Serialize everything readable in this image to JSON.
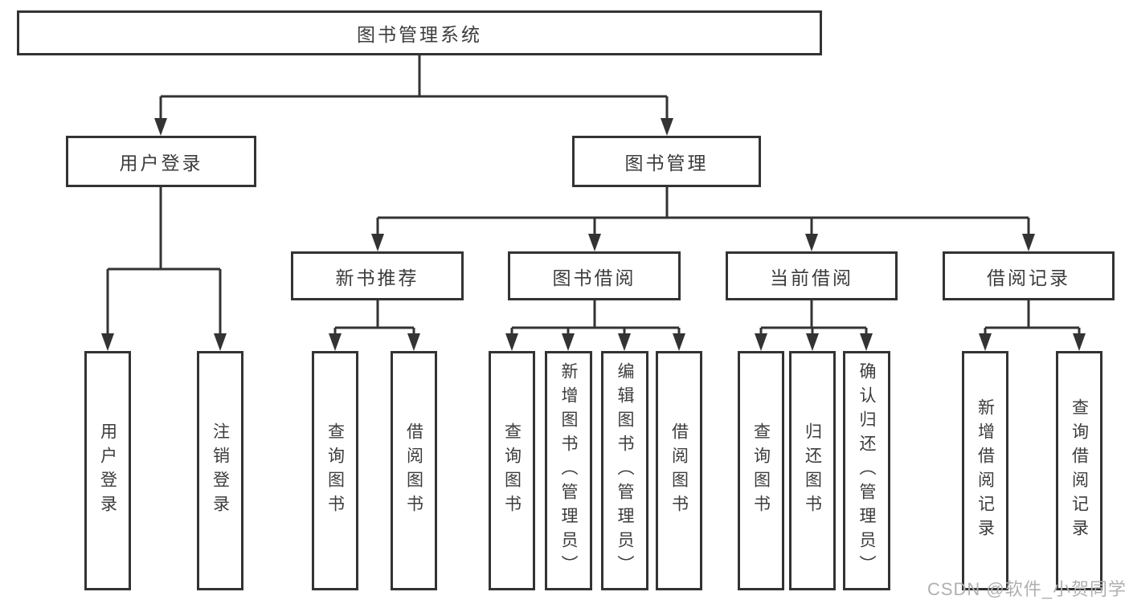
{
  "diagram": {
    "root": {
      "label": "图书管理系统"
    },
    "level2": [
      {
        "label": "用户登录"
      },
      {
        "label": "图书管理"
      }
    ],
    "level3": [
      {
        "label": "新书推荐"
      },
      {
        "label": "图书借阅"
      },
      {
        "label": "当前借阅"
      },
      {
        "label": "借阅记录"
      }
    ],
    "leaves": {
      "user": [
        "用户登录",
        "注销登录"
      ],
      "newbook": [
        "查询图书",
        "借阅图书"
      ],
      "borrow": [
        "查询图书",
        "新增图书（管理员）",
        "编辑图书（管理员）",
        "借阅图书"
      ],
      "current": [
        "查询图书",
        "归还图书",
        "确认归还（管理员）"
      ],
      "records": [
        "新增借阅记录",
        "查询借阅记录"
      ]
    }
  },
  "watermark": {
    "text": "CSDN @软件_小贺同学"
  },
  "colors": {
    "line": "#333333",
    "text": "#3c3c3c",
    "background": "#ffffff",
    "watermark": "#b0b0b0"
  }
}
